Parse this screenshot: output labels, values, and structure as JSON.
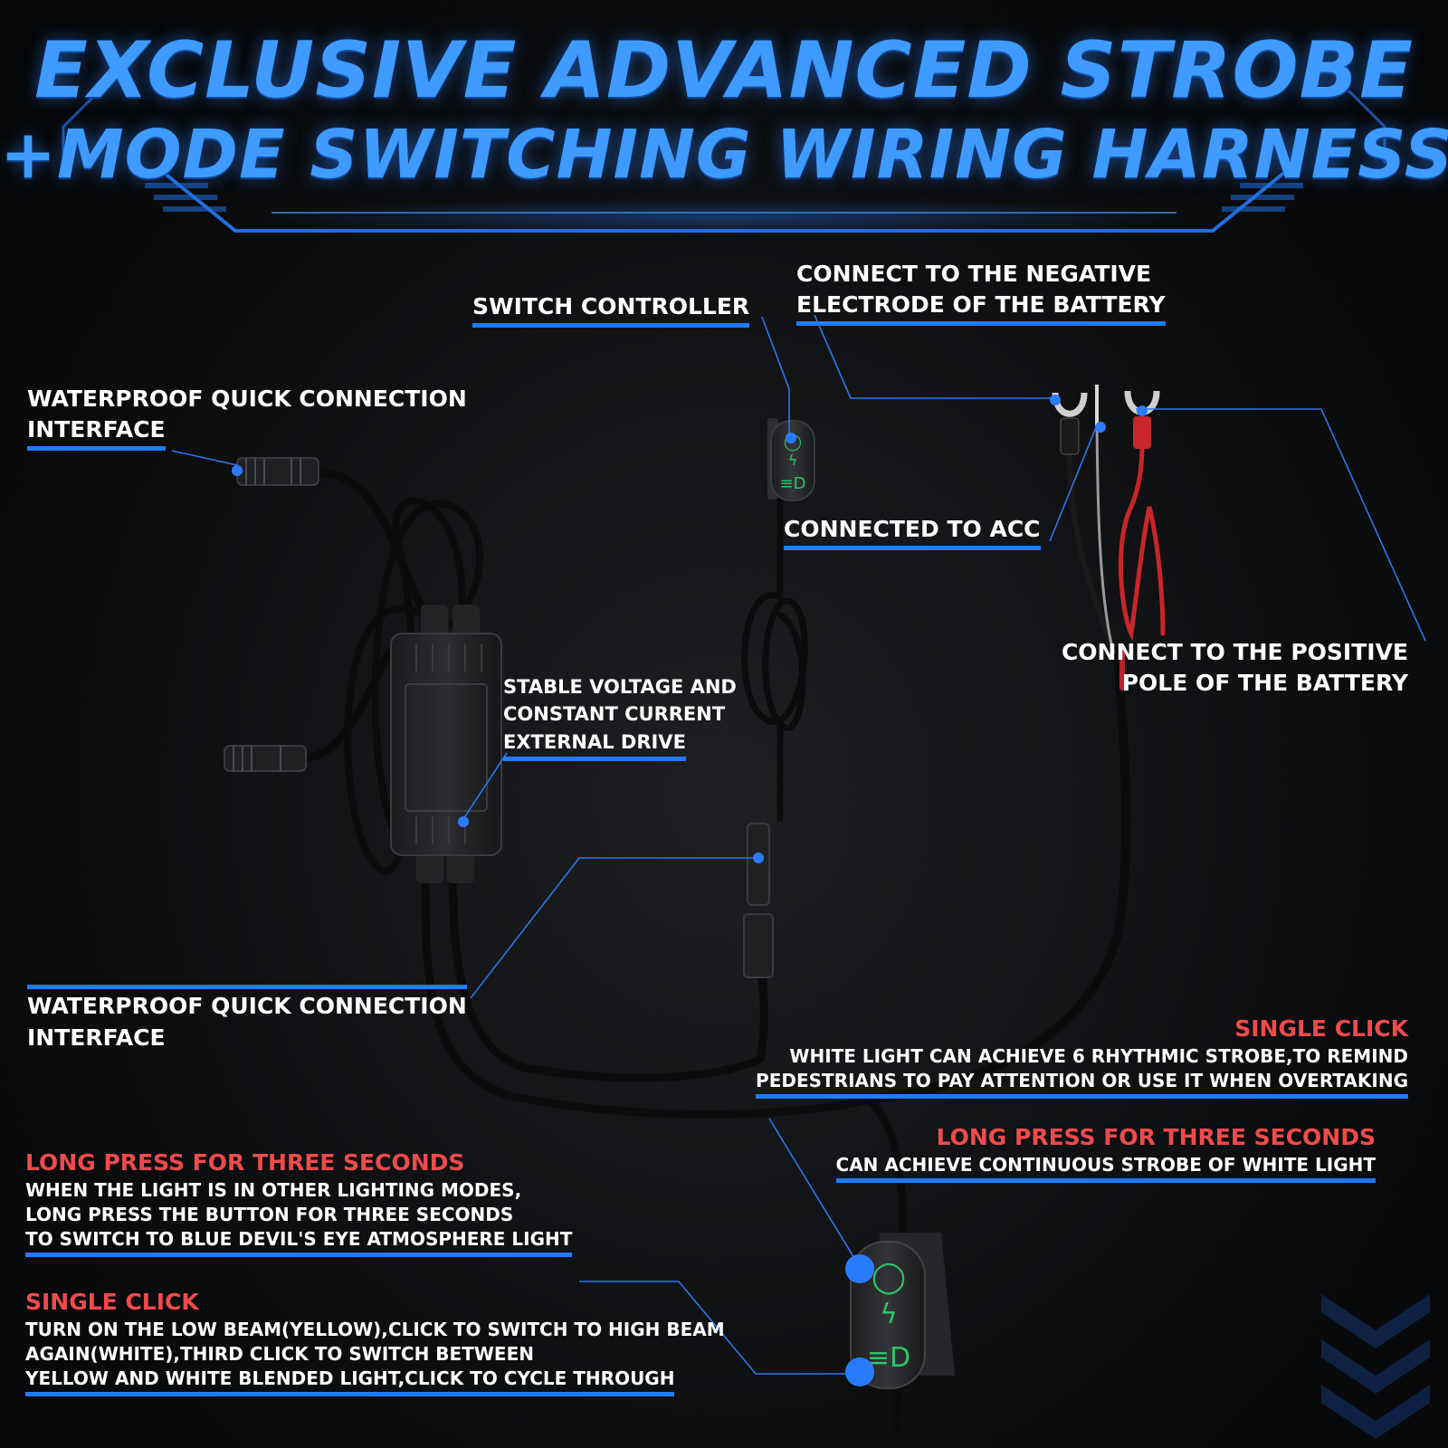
{
  "header": {
    "title_line1": "EXCLUSIVE ADVANCED STROBE",
    "title_line2": "+MODE SWITCHING WIRING HARNESS"
  },
  "labels": {
    "waterproof_top": [
      "WATERPROOF QUICK CONNECTION",
      "INTERFACE"
    ],
    "switch_controller": "SWITCH CONTROLLER",
    "negative": [
      "CONNECT TO THE NEGATIVE",
      "ELECTRODE OF THE BATTERY"
    ],
    "acc": "CONNECTED TO ACC",
    "positive": [
      "CONNECT TO THE POSITIVE",
      "POLE OF THE BATTERY"
    ],
    "driver": [
      "STABLE VOLTAGE AND",
      "CONSTANT CURRENT",
      "EXTERNAL DRIVE"
    ],
    "waterproof_bottom": [
      "WATERPROOF QUICK CONNECTION",
      "INTERFACE"
    ]
  },
  "instructions": {
    "right_single_title": "SINGLE CLICK",
    "right_single_text": [
      "WHITE LIGHT CAN ACHIEVE 6 RHYTHMIC STROBE,TO REMIND",
      "PEDESTRIANS TO PAY ATTENTION OR USE IT WHEN OVERTAKING"
    ],
    "right_long_title": "LONG PRESS FOR THREE SECONDS",
    "right_long_text": "CAN ACHIEVE CONTINUOUS STROBE OF WHITE LIGHT",
    "left_long_title": "LONG PRESS FOR THREE SECONDS",
    "left_long_text": [
      "WHEN THE LIGHT IS IN OTHER LIGHTING MODES,",
      "LONG PRESS THE BUTTON FOR THREE SECONDS",
      "TO SWITCH TO BLUE DEVIL'S EYE ATMOSPHERE LIGHT"
    ],
    "left_single_title": "SINGLE CLICK",
    "left_single_text": [
      "TURN ON THE LOW BEAM(YELLOW),CLICK TO SWITCH TO HIGH BEAM",
      "AGAIN(WHITE),THIRD CLICK TO SWITCH BETWEEN",
      "YELLOW AND WHITE BLENDED LIGHT,CLICK TO CYCLE THROUGH"
    ]
  },
  "colors": {
    "accent": "#1f7bff",
    "title": "#3f9bff",
    "highlight": "#ef4b4b",
    "switch_icon": "#2ec46a",
    "positive_wire": "#d8262b"
  }
}
